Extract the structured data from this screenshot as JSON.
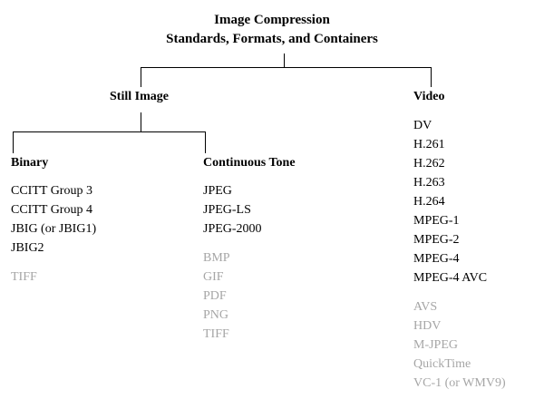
{
  "title": {
    "line1": "Image Compression",
    "line2": "Standards, Formats, and Containers"
  },
  "branches": {
    "still_image": {
      "heading": "Still Image",
      "children": {
        "binary": {
          "heading": "Binary",
          "items": [
            {
              "label": "CCITT Group 3",
              "muted": false
            },
            {
              "label": "CCITT Group 4",
              "muted": false
            },
            {
              "label": "JBIG (or JBIG1)",
              "muted": false
            },
            {
              "label": "JBIG2",
              "muted": false
            },
            {
              "label": "",
              "muted": false
            },
            {
              "label": "TIFF",
              "muted": true
            }
          ]
        },
        "continuous_tone": {
          "heading": "Continuous Tone",
          "items": [
            {
              "label": "JPEG",
              "muted": false
            },
            {
              "label": "JPEG-LS",
              "muted": false
            },
            {
              "label": "JPEG-2000",
              "muted": false
            },
            {
              "label": "",
              "muted": false
            },
            {
              "label": "BMP",
              "muted": true
            },
            {
              "label": "GIF",
              "muted": true
            },
            {
              "label": "PDF",
              "muted": true
            },
            {
              "label": "PNG",
              "muted": true
            },
            {
              "label": "TIFF",
              "muted": true
            }
          ]
        }
      }
    },
    "video": {
      "heading": "Video",
      "items": [
        {
          "label": "DV",
          "muted": false
        },
        {
          "label": "H.261",
          "muted": false
        },
        {
          "label": "H.262",
          "muted": false
        },
        {
          "label": "H.263",
          "muted": false
        },
        {
          "label": "H.264",
          "muted": false
        },
        {
          "label": "MPEG-1",
          "muted": false
        },
        {
          "label": "MPEG-2",
          "muted": false
        },
        {
          "label": "MPEG-4",
          "muted": false
        },
        {
          "label": "MPEG-4 AVC",
          "muted": false
        },
        {
          "label": "",
          "muted": false
        },
        {
          "label": "AVS",
          "muted": true
        },
        {
          "label": "HDV",
          "muted": true
        },
        {
          "label": "M-JPEG",
          "muted": true
        },
        {
          "label": "QuickTime",
          "muted": true
        },
        {
          "label": "VC-1 (or WMV9)",
          "muted": true
        }
      ]
    }
  },
  "colors": {
    "text": "#000000",
    "muted_text": "#a6a6a6",
    "background": "#ffffff",
    "line": "#000000"
  }
}
